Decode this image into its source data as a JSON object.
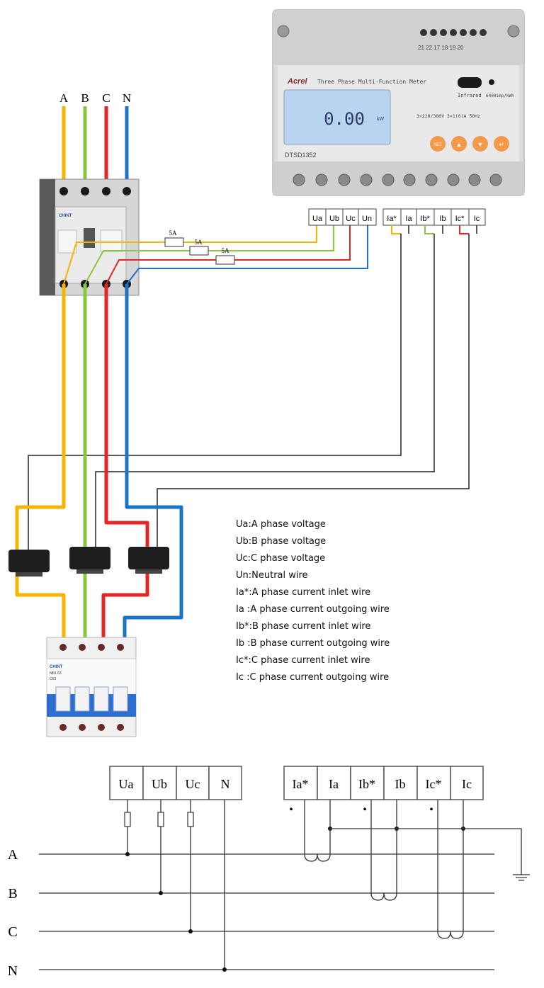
{
  "colors": {
    "phase_a": "#f4b400",
    "phase_b": "#8cc63f",
    "phase_c": "#e32626",
    "phase_n": "#1a73c6",
    "wire": "#222222",
    "lcd": "#b9d4f1",
    "meter_button": "#f2994a"
  },
  "top": {
    "phase_labels": [
      "A",
      "B",
      "C",
      "N"
    ],
    "meter": {
      "brand": "Acrel",
      "title": "Three Phase Multi-Function Meter",
      "model": "DTSD1352",
      "display_value": "0.00",
      "display_unit": "kW",
      "terminal_numbers": "21 22 17 18 19 20",
      "infrared_label": "Infrared",
      "pulse_label": "6400imp/kWh",
      "rating": "3×220/380V 3×1(6)A 50Hz",
      "buttons": [
        "SET",
        "▲",
        "▼",
        "↵"
      ]
    },
    "breaker_brand": "CHINT",
    "mcb_brand": "CHINT",
    "mcb_model": "NB1 63",
    "mcb_rating": "C63",
    "fuse_labels": [
      "5A",
      "5A",
      "5A"
    ],
    "voltage_terminals": [
      "Ua",
      "Ub",
      "Uc",
      "Un"
    ],
    "current_terminals": [
      "Ia*",
      "Ia",
      "Ib*",
      "Ib",
      "Ic*",
      "Ic"
    ]
  },
  "legend": [
    "Ua:A phase voltage",
    "Ub:B phase voltage",
    "Uc:C phase voltage",
    "Un:Neutral wire",
    "Ia*:A phase current inlet wire",
    "Ia  :A phase current outgoing wire",
    "Ib*:B phase current inlet wire",
    "Ib :B phase current outgoing wire",
    "Ic*:C phase current inlet wire",
    "Ic  :C phase current outgoing wire"
  ],
  "schematic": {
    "voltage_terminals": [
      "Ua",
      "Ub",
      "Uc",
      "N"
    ],
    "current_terminals": [
      "Ia*",
      "Ia",
      "Ib*",
      "Ib",
      "Ic*",
      "Ic"
    ],
    "line_labels": [
      "A",
      "B",
      "C",
      "N"
    ],
    "polarity_mark": "•"
  }
}
